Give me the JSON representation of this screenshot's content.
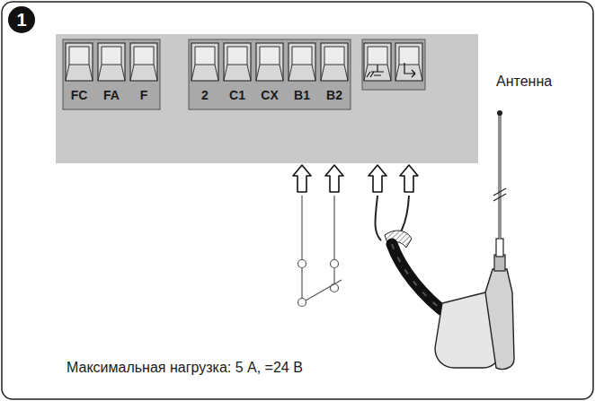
{
  "diagram": {
    "labels": [
      "1",
      "FC",
      "FA",
      "F",
      "2",
      "C1",
      "CX",
      "B1",
      "B2",
      "Антенна",
      "Максимальная нагрузка: 5 А, =24 В"
    ]
  }
}
